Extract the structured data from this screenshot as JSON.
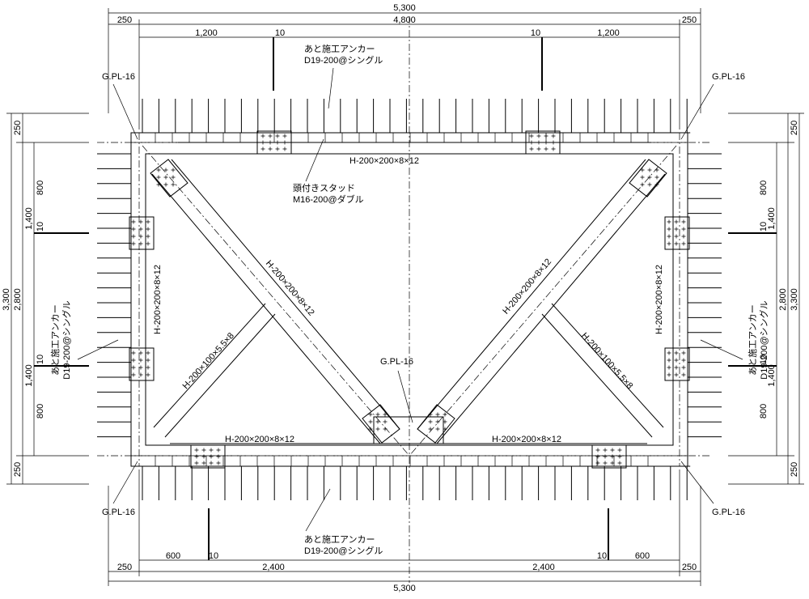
{
  "dimensions": {
    "top": {
      "total": "5,300",
      "inner": "4,800",
      "edge_left": "250",
      "edge_right": "250",
      "sub_left": "1,200",
      "sub_right": "1,200",
      "gap_left": "10",
      "gap_right": "10"
    },
    "bottom": {
      "total": "5,300",
      "edge_left": "250",
      "edge_right": "250",
      "half_left": "2,400",
      "half_right": "2,400",
      "sub_left": "600",
      "sub_right": "600",
      "gap_left": "10",
      "gap_right": "10"
    },
    "left": {
      "total": "3,300",
      "inner": "2,800",
      "edge_top": "250",
      "edge_bottom": "250",
      "upper": "1,400",
      "lower": "1,400",
      "sub_top": "800",
      "sub_bottom": "800",
      "gap_top": "10",
      "gap_bottom": "10"
    },
    "right": {
      "total": "3,300",
      "inner": "2,800",
      "edge_top": "250",
      "edge_bottom": "250",
      "upper": "1,400",
      "lower": "1,400",
      "sub_top": "800",
      "sub_bottom": "800",
      "gap_top": "10",
      "gap_bottom": "10"
    }
  },
  "labels": {
    "anchor_line1": "あと施工アンカー",
    "anchor_line2": "D19-200@シングル",
    "stud_line1": "頭付きスタッド",
    "stud_line2": "M16-200@ダブル",
    "gpl": "G.PL-16",
    "beam_main": "H-200×200×8×12",
    "beam_sub": "H-200×100×5.5×8"
  }
}
